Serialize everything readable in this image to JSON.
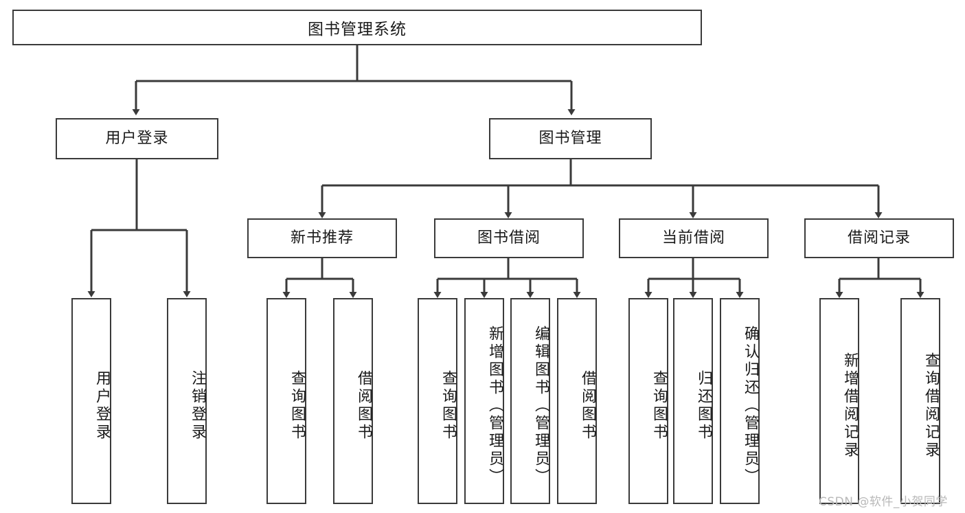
{
  "diagram": {
    "type": "tree",
    "title": "图书管理系统",
    "watermark": "CSDN @软件_小贺同学",
    "colors": {
      "stroke": "#3a3a3a",
      "fill": "#ffffff",
      "text": "#1a1a1a",
      "watermark": "#b8b8b8"
    },
    "levels": {
      "root": {
        "label": "图书管理系统"
      },
      "level2": [
        {
          "label": "用户登录"
        },
        {
          "label": "图书管理"
        }
      ],
      "level3": [
        {
          "label": "新书推荐"
        },
        {
          "label": "图书借阅"
        },
        {
          "label": "当前借阅"
        },
        {
          "label": "借阅记录"
        }
      ],
      "leaves": {
        "user_login": [
          {
            "label": "用户登录"
          },
          {
            "label": "注销登录"
          }
        ],
        "new_book": [
          {
            "label": "查询图书"
          },
          {
            "label": "借阅图书"
          }
        ],
        "book_borrow": [
          {
            "label": "查询图书"
          },
          {
            "label": "新增图书（管理员）"
          },
          {
            "label": "编辑图书（管理员）"
          },
          {
            "label": "借阅图书"
          }
        ],
        "current_borrow": [
          {
            "label": "查询图书"
          },
          {
            "label": "归还图书"
          },
          {
            "label": "确认归还（管理员）"
          }
        ],
        "borrow_record": [
          {
            "label": "新增借阅记录"
          },
          {
            "label": "查询借阅记录"
          }
        ]
      }
    }
  }
}
